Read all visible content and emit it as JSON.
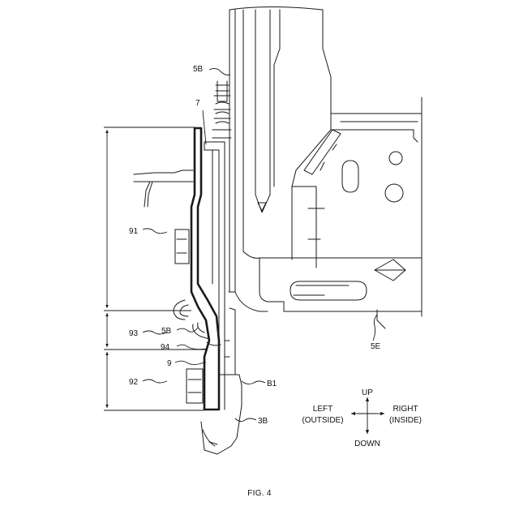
{
  "figure": {
    "caption": "FIG. 4",
    "labels": {
      "ref_5B_top": "5B",
      "ref_7": "7",
      "ref_91": "91",
      "ref_93": "93",
      "ref_5B_mid": "5B",
      "ref_94": "94",
      "ref_9": "9",
      "ref_92": "92",
      "ref_B1": "B1",
      "ref_3B": "3B",
      "ref_5E": "5E"
    },
    "compass": {
      "up": "UP",
      "down": "DOWN",
      "left": "LEFT",
      "left_sub": "(OUTSIDE)",
      "right": "RIGHT",
      "right_sub": "(INSIDE)"
    }
  }
}
